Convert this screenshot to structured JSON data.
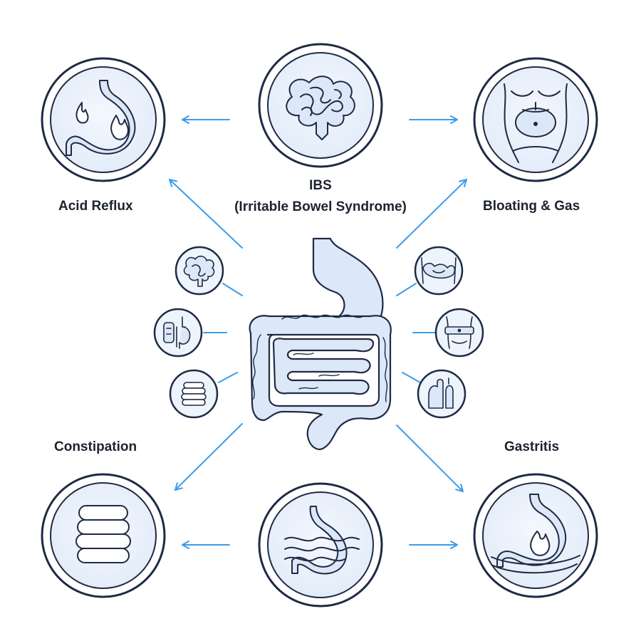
{
  "title": {
    "line1": "IBS",
    "line2": "(Irritable Bowel Syndrome)"
  },
  "conditions": {
    "acid_reflux": "Acid Reflux",
    "bloating": "Bloating & Gas",
    "constipation": "Constipation",
    "gastritis": "Gastritis"
  },
  "colors": {
    "outline": "#1f2a44",
    "icon_fill": "#dce8f8",
    "icon_bg": "#eef4fc",
    "arrow": "#3d9be9"
  },
  "icons": {
    "top_center": "intestine-icon",
    "top_left": "stomach-flame-icon",
    "top_right": "abdomen-icon",
    "bottom_left": "stool-stack-icon",
    "bottom_center": "stomach-waves-icon",
    "bottom_right": "stomach-fire-icon",
    "center": "digestive-system-icon"
  }
}
